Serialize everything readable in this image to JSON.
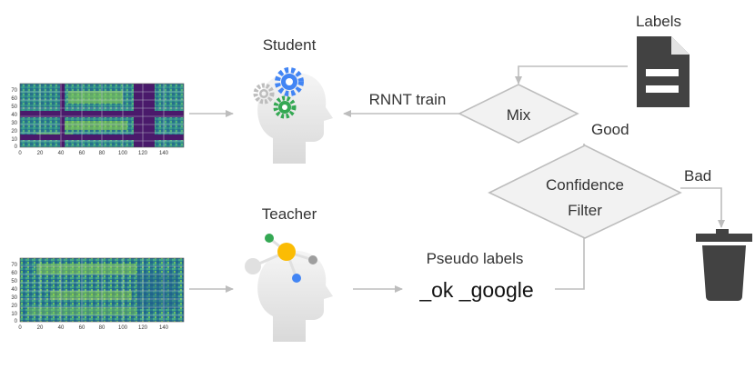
{
  "nodes": {
    "student": "Student",
    "teacher": "Teacher",
    "labels": "Labels",
    "mix": "Mix",
    "confidence_line1": "Confidence",
    "confidence_line2": "Filter",
    "pseudo_labels": "Pseudo labels",
    "pseudo_text": "_ok _google"
  },
  "edges": {
    "rnnt_train": "RNNT train",
    "good": "Good",
    "bad": "Bad"
  },
  "spectrogram_axes": {
    "y_ticks": [
      "70",
      "60",
      "50",
      "40",
      "30",
      "20",
      "10",
      "0"
    ],
    "x_ticks": [
      "0",
      "20",
      "40",
      "60",
      "80",
      "100",
      "120",
      "140"
    ]
  },
  "icons": {
    "student": "head-with-gears-icon",
    "teacher": "head-with-network-icon",
    "labels": "document-icon",
    "trash": "trash-can-icon"
  },
  "colors": {
    "line": "#bdbdbd",
    "diamond_fill": "#f2f2f2",
    "icon_dark": "#424242",
    "gear_blue": "#4285f4",
    "gear_green": "#34a853",
    "gear_grey": "#bdbdbd",
    "dot_green": "#34a853",
    "dot_yellow": "#fbbc04",
    "dot_grey": "#9e9e9e",
    "dot_blue": "#4285f4",
    "mask_purple": "#4a1a6b"
  }
}
